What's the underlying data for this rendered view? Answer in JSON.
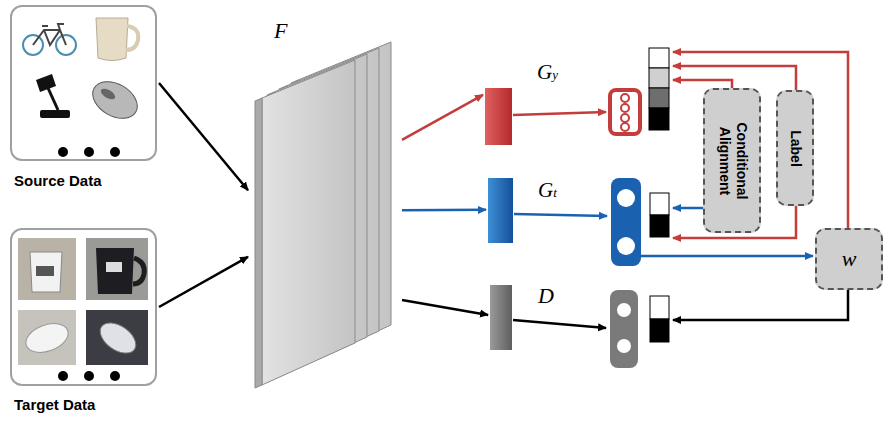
{
  "diagram": {
    "nodes": [
      {
        "text": [
          "Source Data"
        ]
      },
      {
        "text": [
          "Target Data"
        ]
      },
      {
        "text": [
          "F"
        ]
      },
      {
        "text": [
          "Gy"
        ]
      },
      {
        "text": [
          "Gt"
        ]
      },
      {
        "text": [
          "D"
        ]
      },
      {
        "text": [
          "Conditional Alignment"
        ]
      },
      {
        "text": [
          "Label"
        ]
      },
      {
        "text": [
          "w"
        ]
      }
    ],
    "edges": [
      {
        "from": 0,
        "to": 2,
        "arrow": "to"
      },
      {
        "from": 1,
        "to": 2,
        "arrow": "to"
      },
      {
        "from": 2,
        "to": 3,
        "arrow": "to"
      },
      {
        "from": 2,
        "to": 4,
        "arrow": "to"
      },
      {
        "from": 2,
        "to": 5,
        "arrow": "to"
      }
    ]
  }
}
